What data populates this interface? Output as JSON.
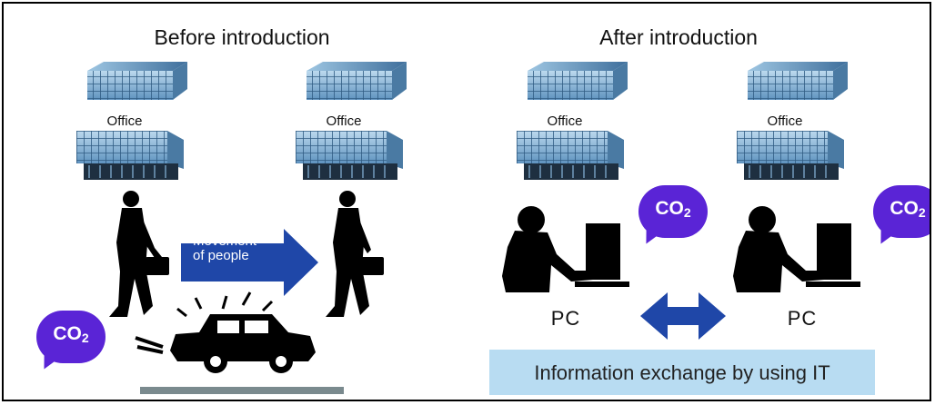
{
  "titles": {
    "before": "Before introduction",
    "after": "After introduction"
  },
  "buildings": [
    {
      "label": "Office"
    },
    {
      "label": "Office"
    },
    {
      "label": "Office"
    },
    {
      "label": "Office"
    }
  ],
  "movement": {
    "line1": "Movement",
    "line2": "of people"
  },
  "co2": {
    "base": "CO",
    "subscript": "2"
  },
  "pc_label": "PC",
  "info_exchange": "Information exchange by using IT",
  "colors": {
    "arrow": "#1f47a8",
    "co2_bubble": "#5a24d6",
    "info_box": "#b8dcf2",
    "building_blue": "#7eb3d6",
    "road": "#7a8a8e"
  }
}
